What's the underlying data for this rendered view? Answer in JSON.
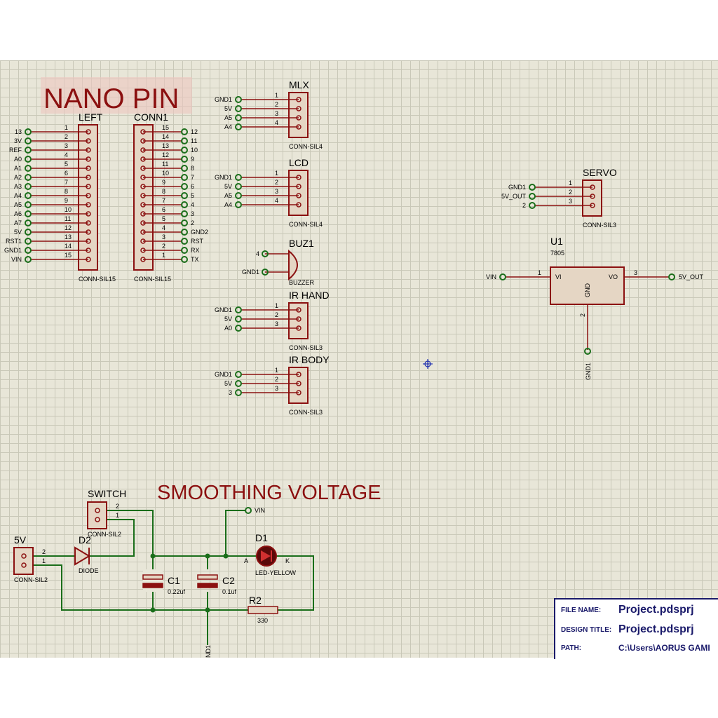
{
  "headings": {
    "nano": "NANO PIN",
    "smoothing": "SMOOTHING VOLTAGE"
  },
  "left": {
    "ref": "LEFT",
    "type": "CONN-SIL15",
    "nets": [
      "13",
      "3V",
      "REF",
      "A0",
      "A1",
      "A2",
      "A3",
      "A4",
      "A5",
      "A6",
      "A7",
      "5V",
      "RST1",
      "GND1",
      "VIN"
    ],
    "pins": [
      "1",
      "2",
      "3",
      "4",
      "5",
      "6",
      "7",
      "8",
      "9",
      "10",
      "11",
      "12",
      "13",
      "14",
      "15"
    ]
  },
  "conn1": {
    "ref": "CONN1",
    "type": "CONN-SIL15",
    "pins": [
      "15",
      "14",
      "13",
      "12",
      "11",
      "10",
      "9",
      "8",
      "7",
      "6",
      "5",
      "4",
      "3",
      "2",
      "1"
    ],
    "nets": [
      "12",
      "11",
      "10",
      "9",
      "8",
      "7",
      "6",
      "5",
      "4",
      "3",
      "2",
      "GND2",
      "RST",
      "RX",
      "TX"
    ]
  },
  "mlx": {
    "ref": "MLX",
    "type": "CONN-SIL4",
    "nets": [
      "GND1",
      "5V",
      "A5",
      "A4"
    ],
    "pins": [
      "1",
      "2",
      "3",
      "4"
    ]
  },
  "lcd": {
    "ref": "LCD",
    "type": "CONN-SIL4",
    "nets": [
      "GND1",
      "5V",
      "A5",
      "A4"
    ],
    "pins": [
      "1",
      "2",
      "3",
      "4"
    ]
  },
  "buz": {
    "ref": "BUZ1",
    "type": "BUZZER",
    "nets": [
      "4",
      "GND1"
    ]
  },
  "irhand": {
    "ref": "IR HAND",
    "type": "CONN-SIL3",
    "nets": [
      "GND1",
      "5V",
      "A0"
    ],
    "pins": [
      "1",
      "2",
      "3"
    ]
  },
  "irbody": {
    "ref": "IR BODY",
    "type": "CONN-SIL3",
    "nets": [
      "GND1",
      "5V",
      "3"
    ],
    "pins": [
      "1",
      "2",
      "3"
    ]
  },
  "servo": {
    "ref": "SERVO",
    "type": "CONN-SIL3",
    "nets": [
      "GND1",
      "5V_OUT",
      "2"
    ],
    "pins": [
      "1",
      "2",
      "3"
    ]
  },
  "u1": {
    "ref": "U1",
    "value": "7805",
    "vi": "VI",
    "vo": "VO",
    "gnd": "GND",
    "pin1": "1",
    "pin2": "2",
    "pin3": "3",
    "net_in": "VIN",
    "net_out": "5V_OUT",
    "net_gnd": "GND1"
  },
  "smoothing": {
    "switch": {
      "ref": "SWITCH",
      "type": "CONN-SIL2",
      "pins": [
        "2",
        "1"
      ]
    },
    "j5v": {
      "ref": "5V",
      "type": "CONN-SIL2",
      "pins": [
        "2",
        "1"
      ]
    },
    "d2": {
      "ref": "D2",
      "type": "DIODE"
    },
    "c1": {
      "ref": "C1",
      "value": "0.22uf"
    },
    "c2": {
      "ref": "C2",
      "value": "0.1uf"
    },
    "d1": {
      "ref": "D1",
      "type": "LED-YELLOW",
      "a": "A",
      "k": "K"
    },
    "r2": {
      "ref": "R2",
      "value": "330"
    },
    "vin": "VIN",
    "gnd": "ND1"
  },
  "title_block": {
    "file_name_label": "FILE NAME:",
    "file_name": "Project.pdsprj",
    "design_title_label": "DESIGN TITLE:",
    "design_title": "Project.pdsprj",
    "path_label": "PATH:",
    "path": "C:\\Users\\AORUS GAMI"
  },
  "colors": {
    "wire": "#1a6e1a",
    "body": "#8b1010",
    "fill": "#e5d6c4",
    "grid": "#c9c8b8",
    "paper": "#e8e6d8"
  }
}
